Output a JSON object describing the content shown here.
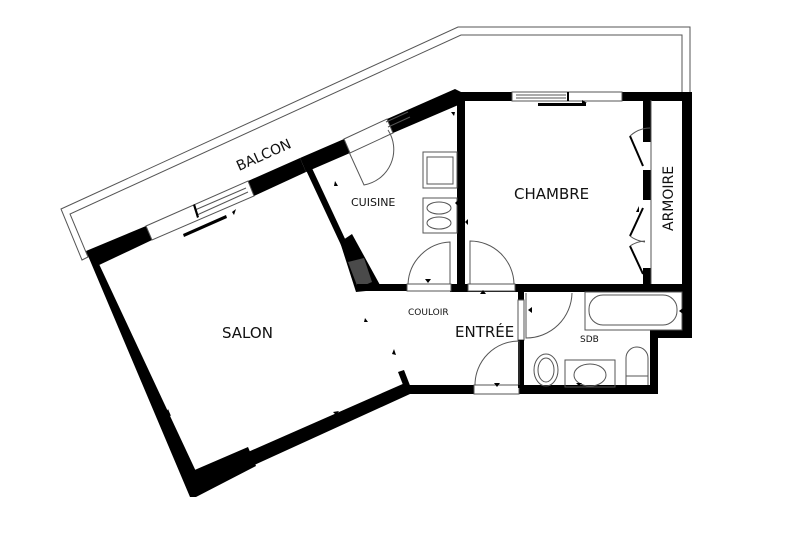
{
  "plan": {
    "type": "apartment floor plan",
    "colors": {
      "wall": "#000000",
      "background": "#ffffff",
      "fixture_line": "#555555",
      "grey_wall": "#4a4a4a"
    },
    "rooms": {
      "balcon": {
        "label": "BALCON"
      },
      "salon": {
        "label": "SALON"
      },
      "cuisine": {
        "label": "CUISINE"
      },
      "chambre": {
        "label": "CHAMBRE"
      },
      "armoire": {
        "label": "ARMOIRE"
      },
      "couloir": {
        "label": "COULOIR"
      },
      "entree": {
        "label": "ENTRÉE"
      },
      "sdb": {
        "label": "SDB"
      }
    },
    "fixtures": [
      "fridge",
      "hob",
      "bathtub",
      "washbasin",
      "toilet",
      "bidet",
      "wardrobe-doors",
      "sliding-windows",
      "swing-doors",
      "fireplace"
    ]
  }
}
